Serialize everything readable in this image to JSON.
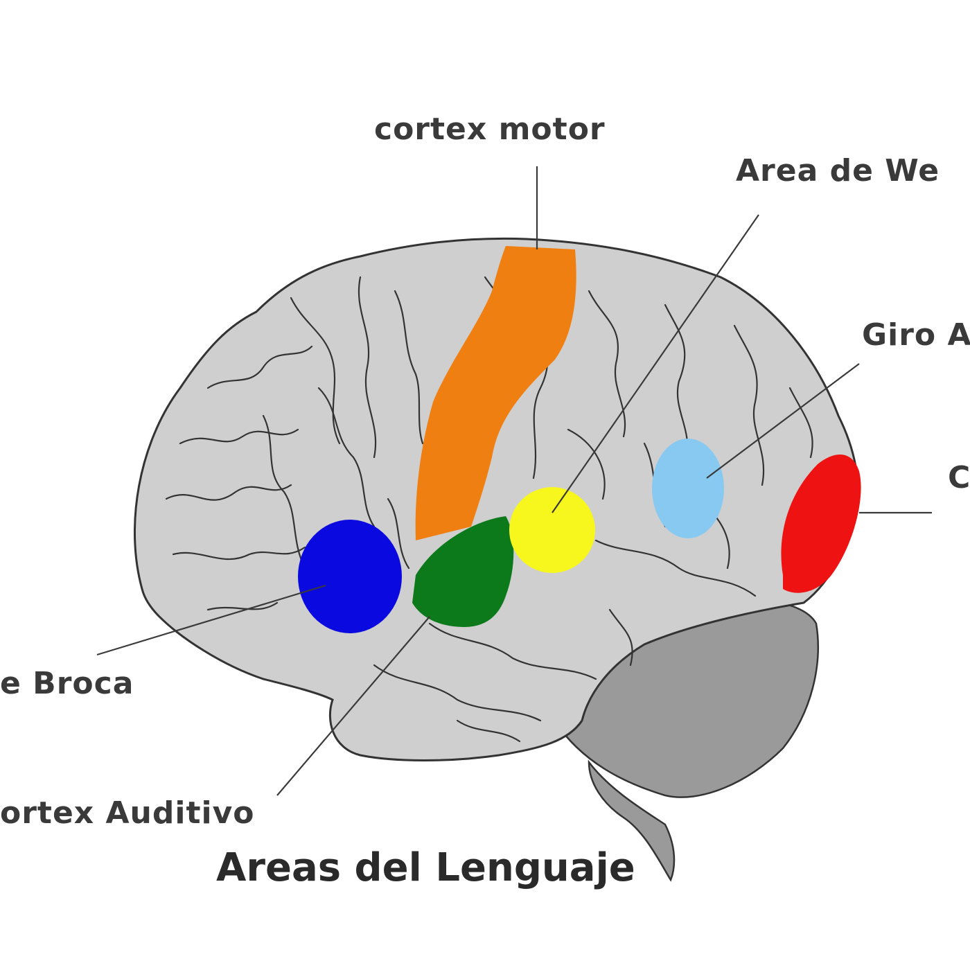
{
  "title": "Areas del Lenguaje",
  "labels": {
    "motor": "cortex motor",
    "wernicke": "Area de We",
    "angular": "Giro A",
    "visual": "C",
    "broca": "e Broca",
    "auditory": "ortex Auditivo"
  },
  "colors": {
    "brain": "#cfcfcf",
    "cerebellum": "#9a9a9a",
    "outline": "#333333",
    "motor": "#f07f12",
    "broca": "#0a0ae0",
    "auditory": "#0c7a1a",
    "wernicke": "#f7f71e",
    "angular": "#88c9f2",
    "visual": "#ef1212"
  }
}
